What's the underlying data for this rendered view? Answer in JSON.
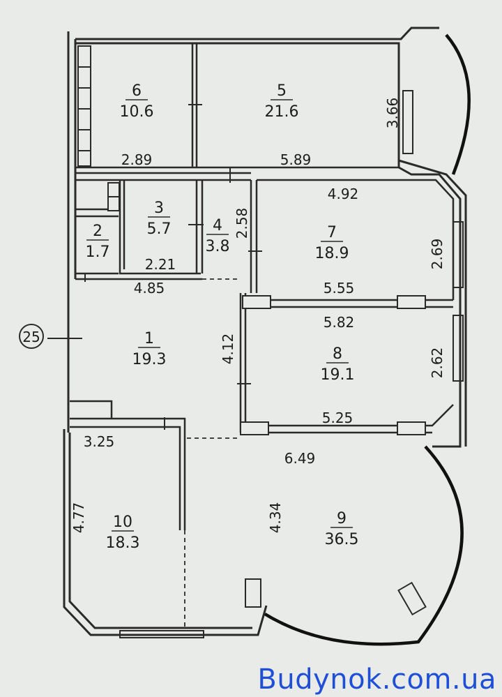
{
  "axis_marker": "25",
  "watermark": "Budynok.com.ua",
  "rooms": [
    {
      "number": "1",
      "area": "19.3"
    },
    {
      "number": "2",
      "area": "1.7"
    },
    {
      "number": "3",
      "area": "5.7"
    },
    {
      "number": "4",
      "area": "3.8"
    },
    {
      "number": "5",
      "area": "21.6"
    },
    {
      "number": "6",
      "area": "10.6"
    },
    {
      "number": "7",
      "area": "18.9"
    },
    {
      "number": "8",
      "area": "19.1"
    },
    {
      "number": "9",
      "area": "36.5"
    },
    {
      "number": "10",
      "area": "18.3"
    }
  ],
  "dimensions": {
    "room6_width": "2.89",
    "room5_width": "5.89",
    "room5_depth": "3.66",
    "room7_top": "4.92",
    "room4_depth": "2.58",
    "room7_depth": "2.69",
    "room3_width": "2.21",
    "hall_width": "4.85",
    "room7_bottom": "5.55",
    "room8_top": "5.82",
    "hall_depth": "4.12",
    "room8_depth": "2.62",
    "room8_bottom": "5.25",
    "room10_width": "3.25",
    "room9_width": "6.49",
    "room10_depth": "4.77",
    "room9_depth": "4.34"
  }
}
